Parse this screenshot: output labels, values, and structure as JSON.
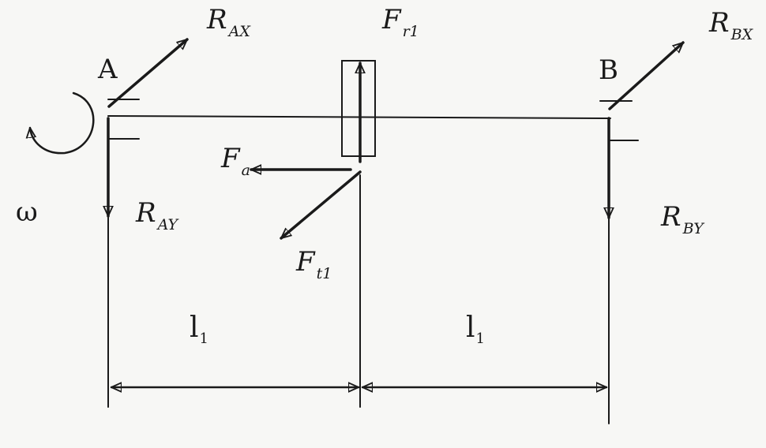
{
  "diagram": {
    "points": {
      "a": "A",
      "b": "B"
    },
    "omega": "ω",
    "forces": {
      "r_ax": {
        "main": "R",
        "sub": "AX"
      },
      "r_ay": {
        "main": "R",
        "sub": "AY"
      },
      "r_bx": {
        "main": "R",
        "sub": "BX"
      },
      "r_by": {
        "main": "R",
        "sub": "BY"
      },
      "f_r1": {
        "main": "F",
        "sub": "r1"
      },
      "f_a": {
        "main": "F",
        "sub": "a"
      },
      "f_t1": {
        "main": "F",
        "sub": "t1"
      }
    },
    "dimensions": [
      {
        "main": "l",
        "sub": "1"
      },
      {
        "main": "l",
        "sub": "1"
      }
    ]
  }
}
